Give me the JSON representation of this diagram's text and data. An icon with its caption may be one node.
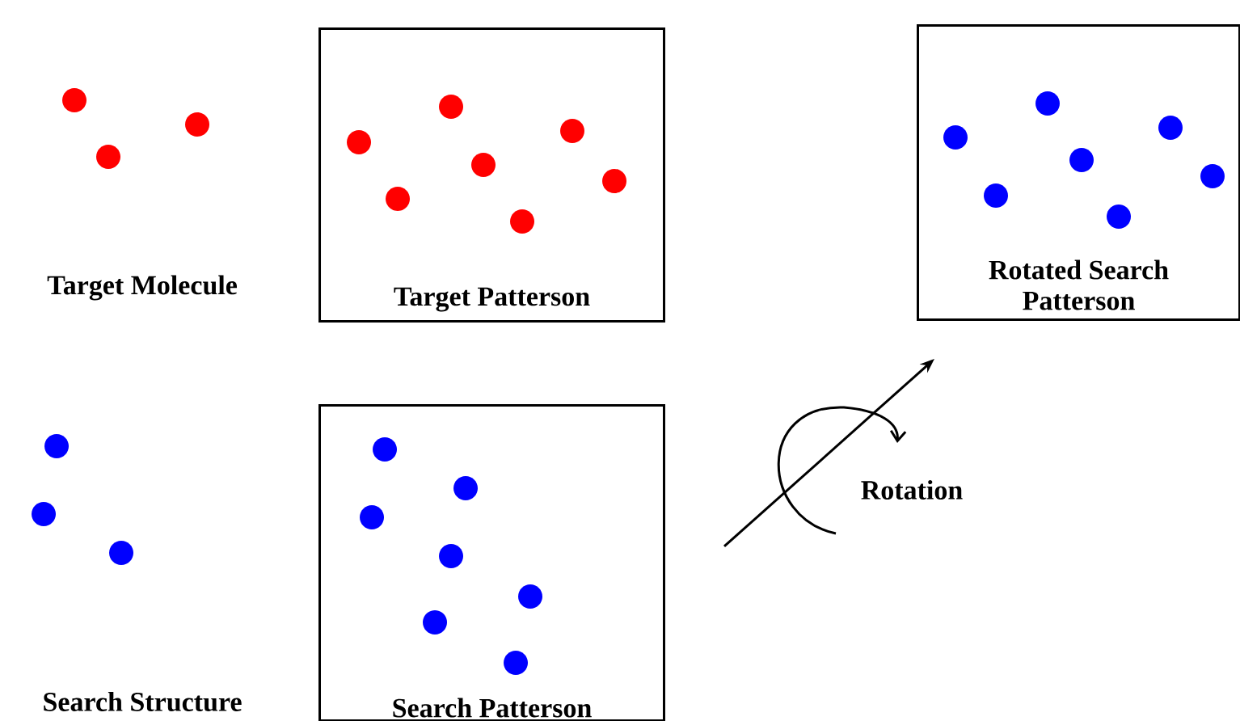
{
  "diagram": {
    "nodes": [
      {
        "text": [
          "Target Patterson"
        ]
      },
      {
        "text": [
          "Rotated Search Patterson"
        ]
      },
      {
        "text": [
          "Search Patterson"
        ]
      }
    ],
    "labels": [
      "Target Molecule",
      "Search Structure",
      "Rotation"
    ]
  }
}
